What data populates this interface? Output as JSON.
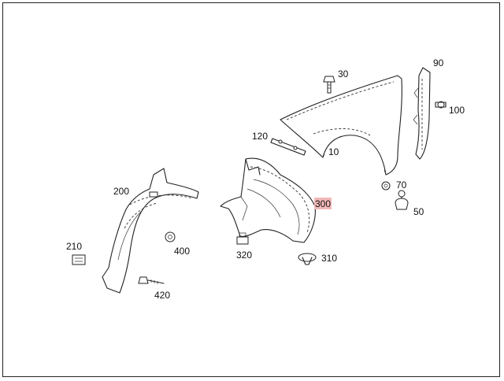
{
  "diagram": {
    "labels": {
      "l10": "10",
      "l30": "30",
      "l50": "50",
      "l70": "70",
      "l90": "90",
      "l100": "100",
      "l120": "120",
      "l200": "200",
      "l210": "210",
      "l300": "300",
      "l310": "310",
      "l320": "320",
      "l400": "400",
      "l420": "420"
    },
    "highlight_color": "#f2b8b8",
    "highlighted_label": "300"
  }
}
